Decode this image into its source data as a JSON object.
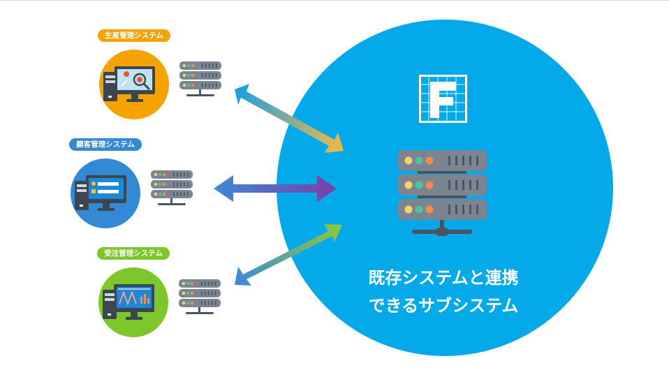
{
  "hub": {
    "logo_letter": "F",
    "caption_line1": "既存システムと連携",
    "caption_line2": "できるサブシステム",
    "color": "#03a9e8"
  },
  "systems": [
    {
      "label": "生産管理システム",
      "color": "#f4a300",
      "arrow_start": "#1ea0e2",
      "arrow_end": "#f5b842",
      "screen": "production-gears"
    },
    {
      "label": "顧客管理システム",
      "color": "#3389d4",
      "arrow_start": "#3d8ad6",
      "arrow_end": "#7a3fa8",
      "screen": "login-form"
    },
    {
      "label": "受注管理システム",
      "color": "#7dc72b",
      "arrow_start": "#3e8ad8",
      "arrow_end": "#8dc83a",
      "screen": "order-chart"
    }
  ],
  "server_colors": {
    "body": "#7a8591",
    "dark": "#4b5561",
    "led1": "#f7d264",
    "led2": "#4fc3a1",
    "led3": "#f58b48"
  }
}
